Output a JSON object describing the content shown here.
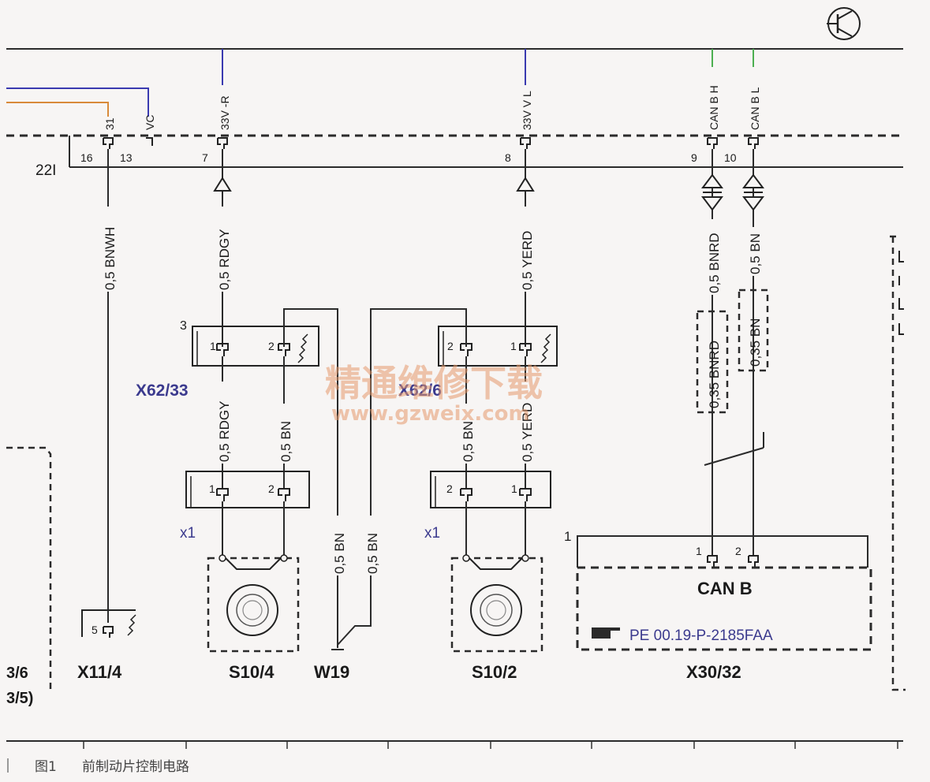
{
  "connector_main": "22I",
  "pins_top": {
    "p16": "16",
    "p13": "13",
    "p7": "7",
    "p8": "8",
    "p9": "9",
    "p10": "10"
  },
  "signals": {
    "s31": "31",
    "vc": "VC",
    "s33v_r": "33V -R",
    "s33v_l": "33V V L",
    "can_h": "CAN B H",
    "can_l": "CAN B L"
  },
  "wires": {
    "bnwh": "0,5 BNWH",
    "rdgy": "0,5 RDGY",
    "yerd": "0,5 YERD",
    "bnrd": "0,5 BNRD",
    "bn_top": "0,5 BN",
    "bnrd35": "0,35 BNRD",
    "bn35": "0,35 BN",
    "rdgy_low": "0,5 RDGY",
    "bn_low_left": "0,5 BN",
    "bn_w19_a": "0,5 BN",
    "bn_w19_b": "0,5 BN",
    "bn_low_right": "0,5 BN",
    "yerd_low": "0,5 YERD"
  },
  "components": {
    "x62_33": "X62/33",
    "x62_6": "X62/6",
    "x11_4": "X11/4",
    "s10_4": "S10/4",
    "w19": "W19",
    "s10_2": "S10/2",
    "x30_32": "X30/32",
    "can_b": "CAN B",
    "pe_ref": "PE 00.19-P-2185FAA",
    "x1_left": "x1",
    "x1_right": "x1",
    "left_ref_a": "3/6",
    "left_ref_b": "3/5)"
  },
  "pin_labels": {
    "three": "3",
    "one": "1",
    "two": "2",
    "five": "5"
  },
  "watermark": {
    "cn": "精通维修下载",
    "url": "www.gzweix.com"
  },
  "caption": {
    "fig": "图1",
    "text": "前制动片控制电路"
  },
  "colors": {
    "blue_wire": "#3a3ab0",
    "orange_wire": "#d88a3a",
    "green_wire": "#4caf50",
    "label_blue": "#3b3a8e"
  }
}
